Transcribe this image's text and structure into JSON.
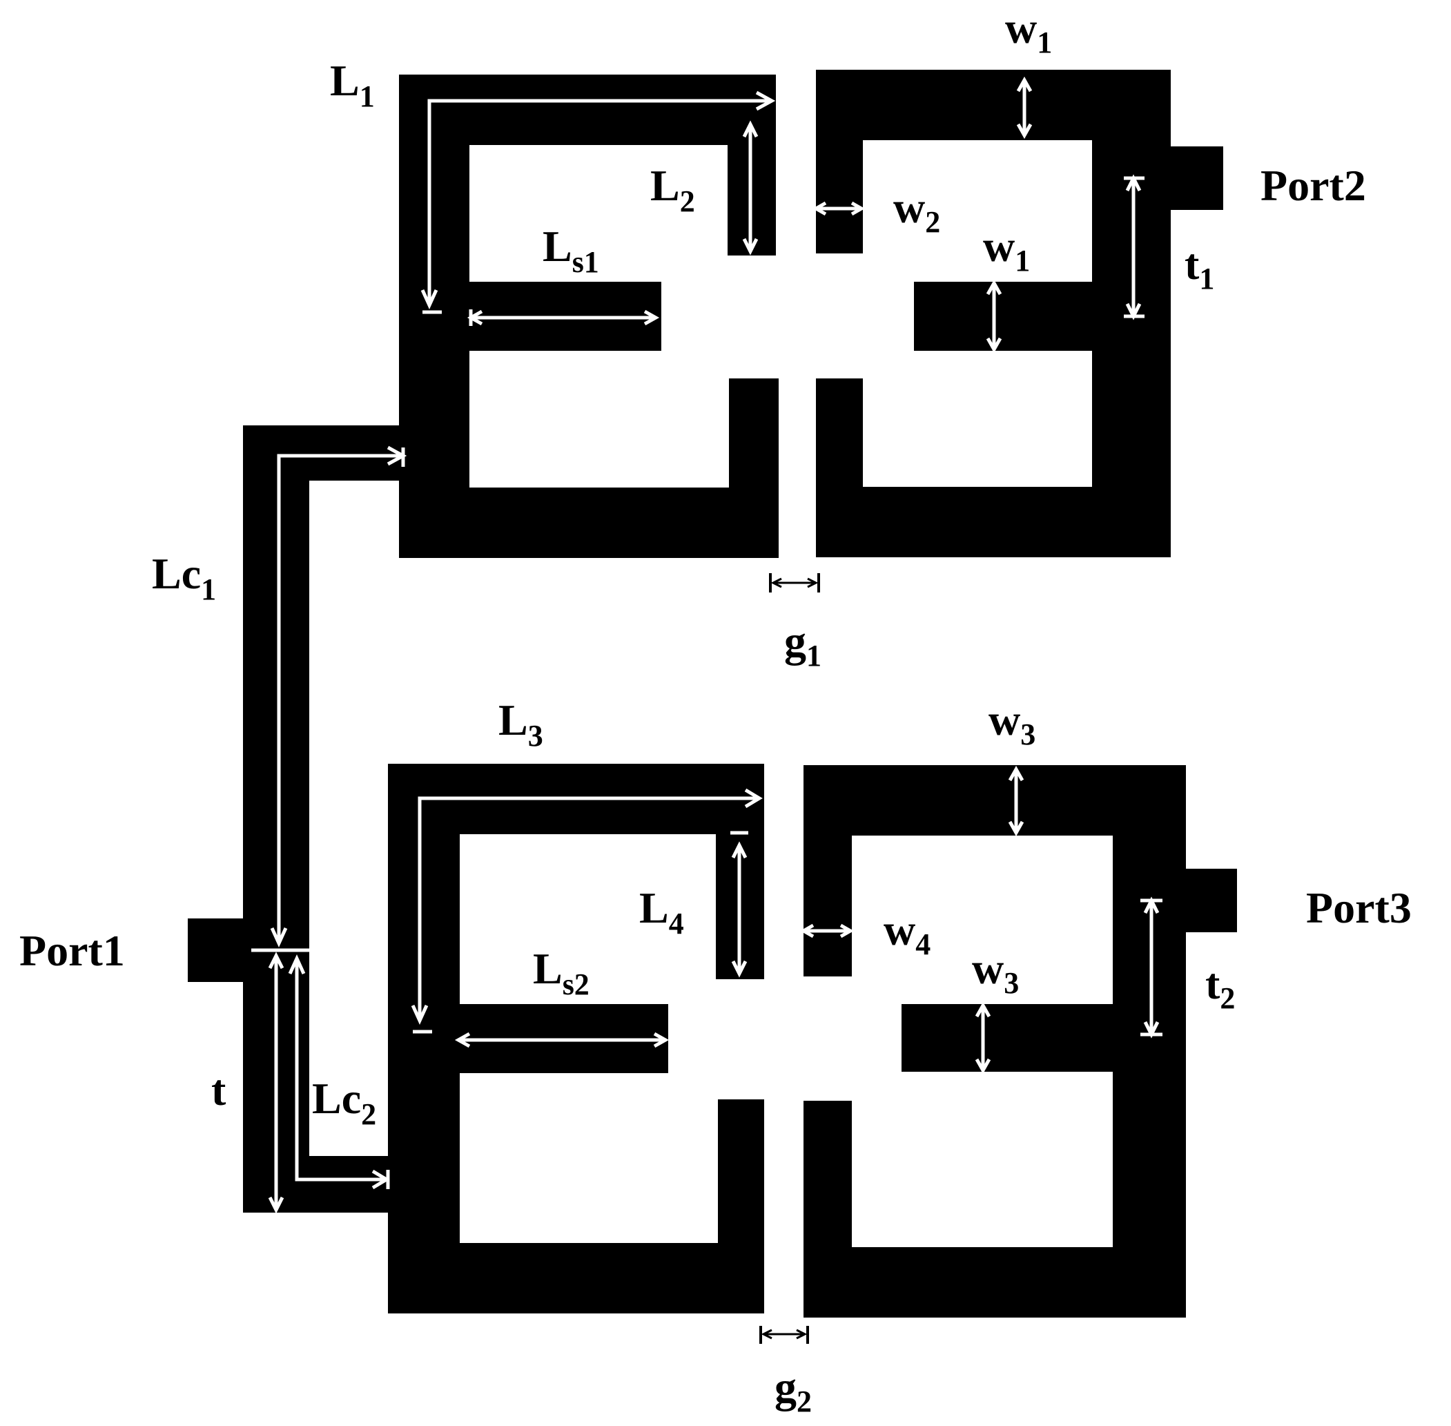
{
  "labels": {
    "L1": {
      "base": "L",
      "sub": "1"
    },
    "L2": {
      "base": "L",
      "sub": "2"
    },
    "Ls1": {
      "base": "L",
      "sub": "s1"
    },
    "w1_top": {
      "base": "w",
      "sub": "1"
    },
    "w2": {
      "base": "w",
      "sub": "2"
    },
    "w1_mid": {
      "base": "w",
      "sub": "1"
    },
    "t1": {
      "base": "t",
      "sub": "1"
    },
    "port2": "Port2",
    "Lc1": {
      "base": "Lc",
      "sub": "1"
    },
    "g1": {
      "base": "g",
      "sub": "1"
    },
    "L3": {
      "base": "L",
      "sub": "3"
    },
    "w3_top": {
      "base": "w",
      "sub": "3"
    },
    "L4": {
      "base": "L",
      "sub": "4"
    },
    "w4": {
      "base": "w",
      "sub": "4"
    },
    "Ls2": {
      "base": "L",
      "sub": "s2"
    },
    "w3_mid": {
      "base": "w",
      "sub": "3"
    },
    "t2": {
      "base": "t",
      "sub": "2"
    },
    "port3": "Port3",
    "port1": "Port1",
    "t": "t",
    "Lc2": {
      "base": "Lc",
      "sub": "2"
    },
    "g2": {
      "base": "g",
      "sub": "2"
    }
  }
}
